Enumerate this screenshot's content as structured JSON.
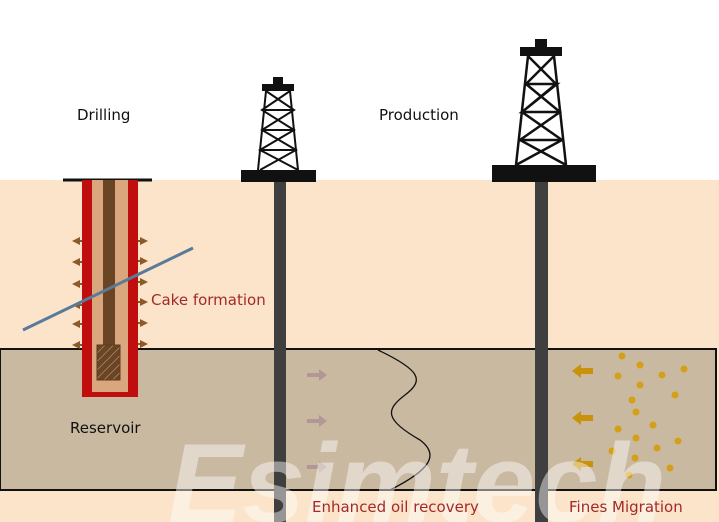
{
  "labels": {
    "drilling": "Drilling",
    "production": "Production",
    "cake_formation": "Cake formation",
    "reservoir": "Reservoir",
    "enhanced_oil_recovery": "Enhanced oil recovery",
    "fines_migration": "Fines Migration"
  },
  "watermark": "Esimtech",
  "colors": {
    "ground": "#fbe4c9",
    "reservoir": "#c9b9a1",
    "casing": "#c00d0d",
    "label_red": "#a32a2a",
    "fines": "#d4a017"
  }
}
